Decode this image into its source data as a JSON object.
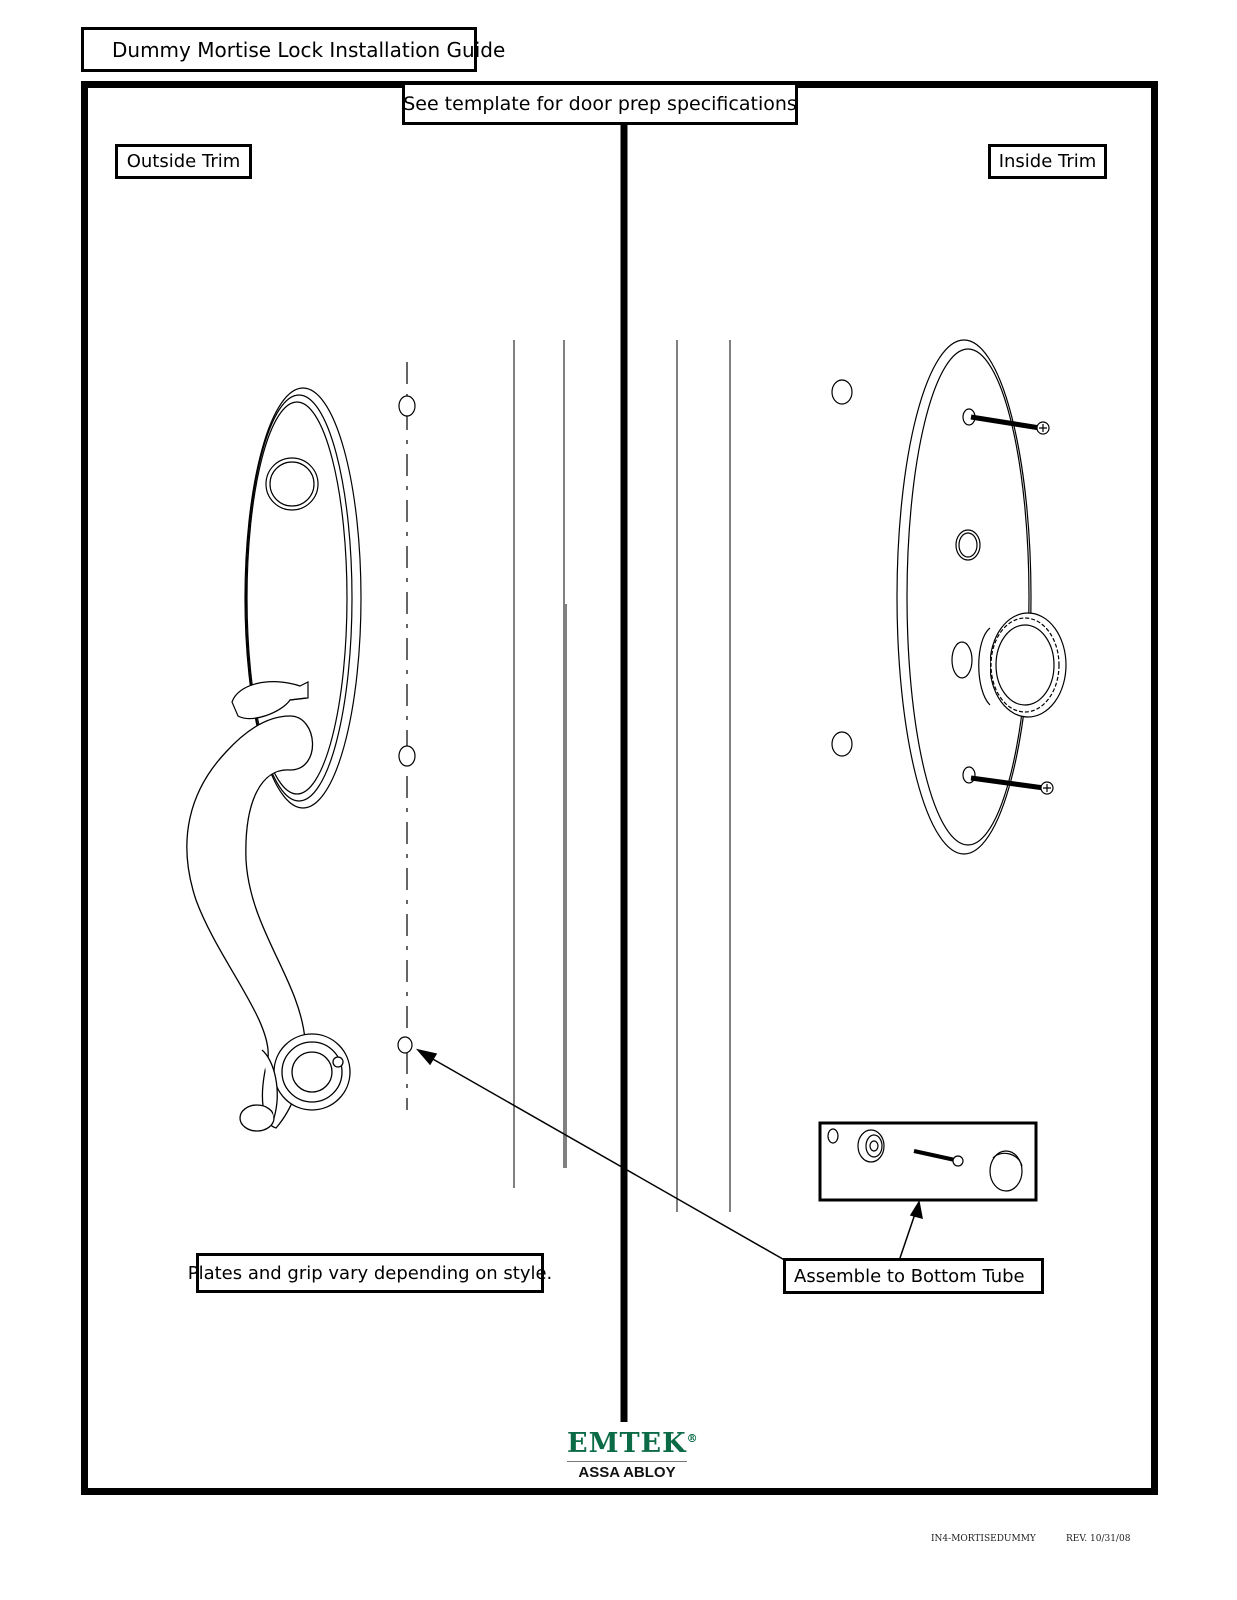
{
  "title": "Dummy Mortise Lock Installation Guide",
  "template_note": "See template for door prep specifications",
  "labels": {
    "outside_trim": "Outside Trim",
    "inside_trim": "Inside Trim",
    "plates_note": "Plates and grip vary depending on style.",
    "assemble_note": "Assemble to Bottom Tube"
  },
  "logo": {
    "brand": "EMTEK",
    "trademark": "®",
    "parent": "ASSA ABLOY",
    "brand_color": "#0b6b46"
  },
  "footer": {
    "doc_code": "IN4-MORTISEDUMMY",
    "revision": "REV. 10/31/08"
  }
}
